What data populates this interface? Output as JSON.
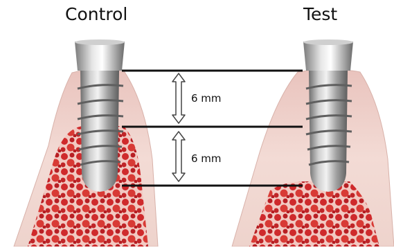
{
  "labels": {
    "control": "Control",
    "test": "Test"
  },
  "measurements": [
    {
      "value": "6 mm"
    },
    {
      "value": "6 mm"
    }
  ],
  "colors": {
    "gingiva": "#f1d7d1",
    "gingiva_shade": "#d9b0a8",
    "bone": "#c8242a",
    "bone_marrow": "#f4cbc4",
    "implant": "#a9a9a9",
    "line": "#111111"
  }
}
